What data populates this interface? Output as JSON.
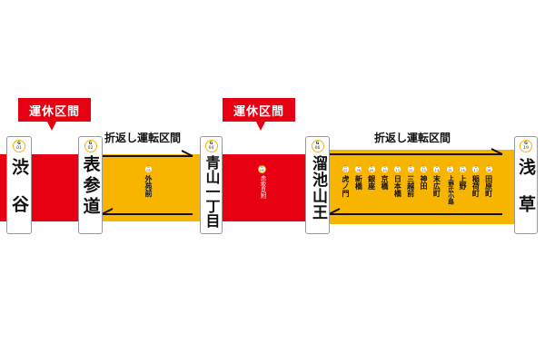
{
  "colors": {
    "suspended": "#e60012",
    "turnback": "#f8b500",
    "line_badge": "#f8b500"
  },
  "labels": {
    "suspended_1": "運休区間",
    "suspended_2": "運休区間",
    "turnback_1": "折返し運転区間",
    "turnback_2": "折返し運転区間"
  },
  "stations": {
    "shibuya": {
      "line": "G",
      "number": "01",
      "name": "渋谷"
    },
    "omotesando": {
      "line": "G",
      "number": "02",
      "name": "表参道"
    },
    "aoyama": {
      "line": "G",
      "number": "04",
      "name": "青山一丁目"
    },
    "tameike": {
      "line": "G",
      "number": "06",
      "name": "溜池山王"
    },
    "asakusa": {
      "line": "G",
      "number": "19",
      "name": "浅草"
    }
  },
  "mid_stations": {
    "gaienmae": {
      "number": "03",
      "name": "外苑前"
    },
    "akasaka": {
      "number": "05",
      "name": "赤坂見附"
    },
    "group": [
      {
        "number": "07",
        "name": "虎ノ門"
      },
      {
        "number": "08",
        "name": "新橋"
      },
      {
        "number": "09",
        "name": "銀座"
      },
      {
        "number": "10",
        "name": "京橋"
      },
      {
        "number": "11",
        "name": "日本橋"
      },
      {
        "number": "12",
        "name": "三越前"
      },
      {
        "number": "13",
        "name": "神田"
      },
      {
        "number": "14",
        "name": "末広町"
      },
      {
        "number": "15",
        "name": "上野広小路"
      },
      {
        "number": "16",
        "name": "上野"
      },
      {
        "number": "17",
        "name": "稲荷町"
      },
      {
        "number": "18",
        "name": "田原町"
      }
    ]
  }
}
